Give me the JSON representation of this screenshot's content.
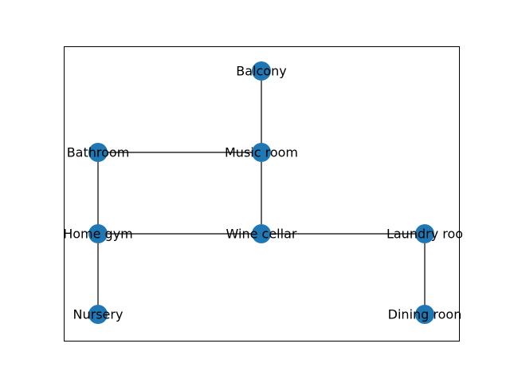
{
  "graph": {
    "node_color": "#1f77b4",
    "edge_color": "#000000",
    "nodes": [
      {
        "id": "balcony",
        "label": "Balcony"
      },
      {
        "id": "music",
        "label": "Music room"
      },
      {
        "id": "bathroom",
        "label": "Bathroom"
      },
      {
        "id": "gym",
        "label": "Home gym"
      },
      {
        "id": "wine",
        "label": "Wine cellar"
      },
      {
        "id": "laundry",
        "label": "Laundry roo"
      },
      {
        "id": "nursery",
        "label": "Nursery"
      },
      {
        "id": "dining",
        "label": "Dining roon"
      }
    ],
    "edges": [
      {
        "from": "balcony",
        "to": "music"
      },
      {
        "from": "bathroom",
        "to": "music"
      },
      {
        "from": "music",
        "to": "wine"
      },
      {
        "from": "bathroom",
        "to": "gym"
      },
      {
        "from": "gym",
        "to": "wine"
      },
      {
        "from": "wine",
        "to": "laundry"
      },
      {
        "from": "gym",
        "to": "nursery"
      },
      {
        "from": "laundry",
        "to": "dining"
      }
    ]
  }
}
